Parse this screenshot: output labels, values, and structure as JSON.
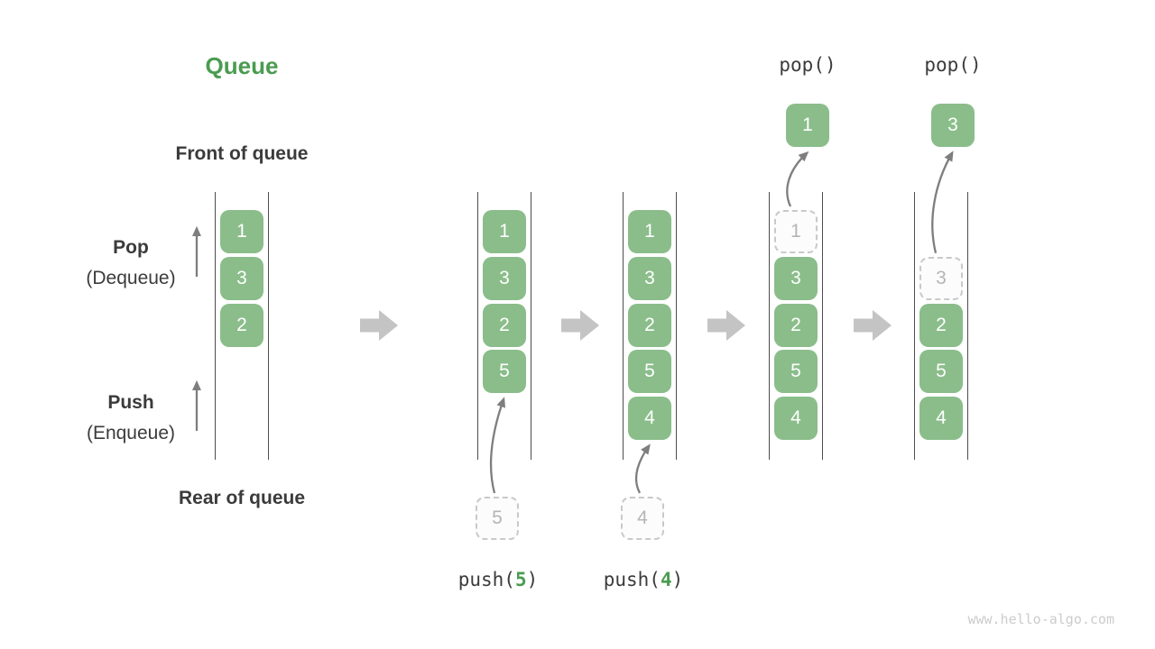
{
  "title": "Queue",
  "labels": {
    "front": "Front of queue",
    "rear": "Rear of queue",
    "pop": "Pop",
    "pop_sub": "(Dequeue)",
    "push": "Push",
    "push_sub": "(Enqueue)"
  },
  "colors": {
    "accent_green": "#4A9C50",
    "box_green": "#8ABD8A",
    "text_dark": "#3B3B3B",
    "ghost_border": "#C9C9C9",
    "ghost_text": "#B5B5B5",
    "thin_arrow_gray": "#7E7E7E",
    "block_arrow_gray": "#C4C4C4",
    "rail_gray": "#4D4D4D"
  },
  "states": [
    {
      "name": "initial",
      "cells": [
        {
          "slot": 0,
          "value": "1"
        },
        {
          "slot": 1,
          "value": "3"
        },
        {
          "slot": 2,
          "value": "2"
        }
      ]
    },
    {
      "name": "after-push-5",
      "cells": [
        {
          "slot": 0,
          "value": "1"
        },
        {
          "slot": 1,
          "value": "3"
        },
        {
          "slot": 2,
          "value": "2"
        },
        {
          "slot": 3,
          "value": "5"
        }
      ],
      "push": {
        "incoming_value": "5",
        "label_pre": "push(",
        "label_arg": "5",
        "label_post": ")"
      }
    },
    {
      "name": "after-push-4",
      "cells": [
        {
          "slot": 0,
          "value": "1"
        },
        {
          "slot": 1,
          "value": "3"
        },
        {
          "slot": 2,
          "value": "2"
        },
        {
          "slot": 3,
          "value": "5"
        },
        {
          "slot": 4,
          "value": "4"
        }
      ],
      "push": {
        "incoming_value": "4",
        "label_pre": "push(",
        "label_arg": "4",
        "label_post": ")"
      }
    },
    {
      "name": "after-pop-1",
      "cells": [
        {
          "slot": 0,
          "value": "1",
          "ghost": true
        },
        {
          "slot": 1,
          "value": "3"
        },
        {
          "slot": 2,
          "value": "2"
        },
        {
          "slot": 3,
          "value": "5"
        },
        {
          "slot": 4,
          "value": "4"
        }
      ],
      "pop": {
        "label": "pop()",
        "popped_value": "1"
      }
    },
    {
      "name": "after-pop-3",
      "cells": [
        {
          "slot": 1,
          "value": "3",
          "ghost": true
        },
        {
          "slot": 2,
          "value": "2"
        },
        {
          "slot": 3,
          "value": "5"
        },
        {
          "slot": 4,
          "value": "4"
        }
      ],
      "pop": {
        "label": "pop()",
        "popped_value": "3"
      }
    }
  ],
  "watermark": "www.hello-algo.com"
}
